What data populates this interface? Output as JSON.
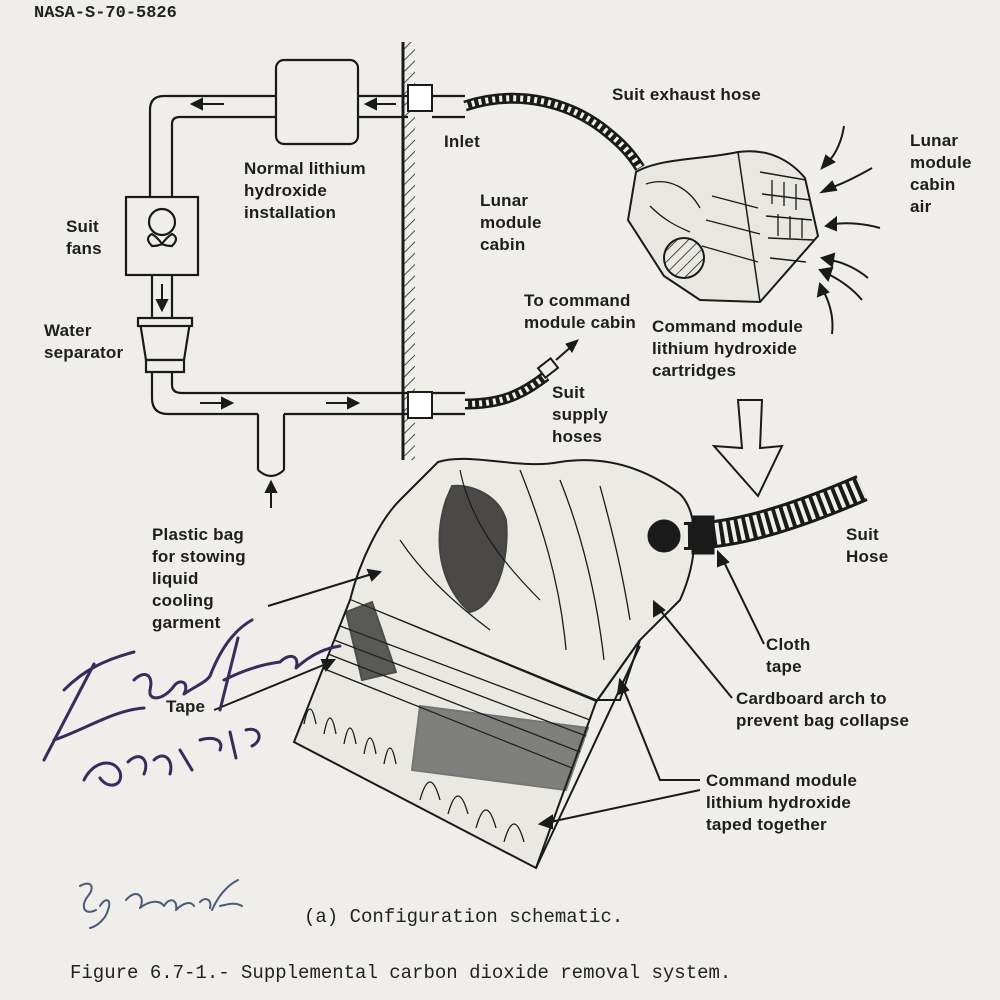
{
  "header_id": "NASA-S-70-5826",
  "labels": {
    "suit_exhaust_hose": "Suit exhaust hose",
    "inlet": "Inlet",
    "normal_lioh": "Normal lithium\nhydroxide\ninstallation",
    "suit_fans": "Suit\nfans",
    "water_separator": "Water\nseparator",
    "lm_cabin": "Lunar\nmodule\ncabin",
    "lm_cabin_air": "Lunar\nmodule\ncabin\nair",
    "to_cm_cabin": "To command\nmodule cabin",
    "cm_lioh_cartridges": "Command module\nlithium hydroxide\ncartridges",
    "suit_supply_hoses": "Suit\nsupply\nhoses",
    "plastic_bag": "Plastic bag\nfor stowing\nliquid\ncooling\ngarment",
    "tape": "Tape",
    "suit_hose": "Suit\nHose",
    "cloth_tape": "Cloth\ntape",
    "cardboard_arch": "Cardboard arch to\nprevent bag collapse",
    "cm_lioh_taped": "Command module\nlithium hydroxide\ntaped together"
  },
  "caption": "(a)  Configuration schematic.",
  "figure_title": "Figure 6.7-1.- Supplemental carbon dioxide removal system.",
  "colors": {
    "paper": "#efeeea",
    "ink": "#1c1c1c",
    "signature_ink": "#3b2a5c",
    "pencil": "#4a5a78"
  }
}
